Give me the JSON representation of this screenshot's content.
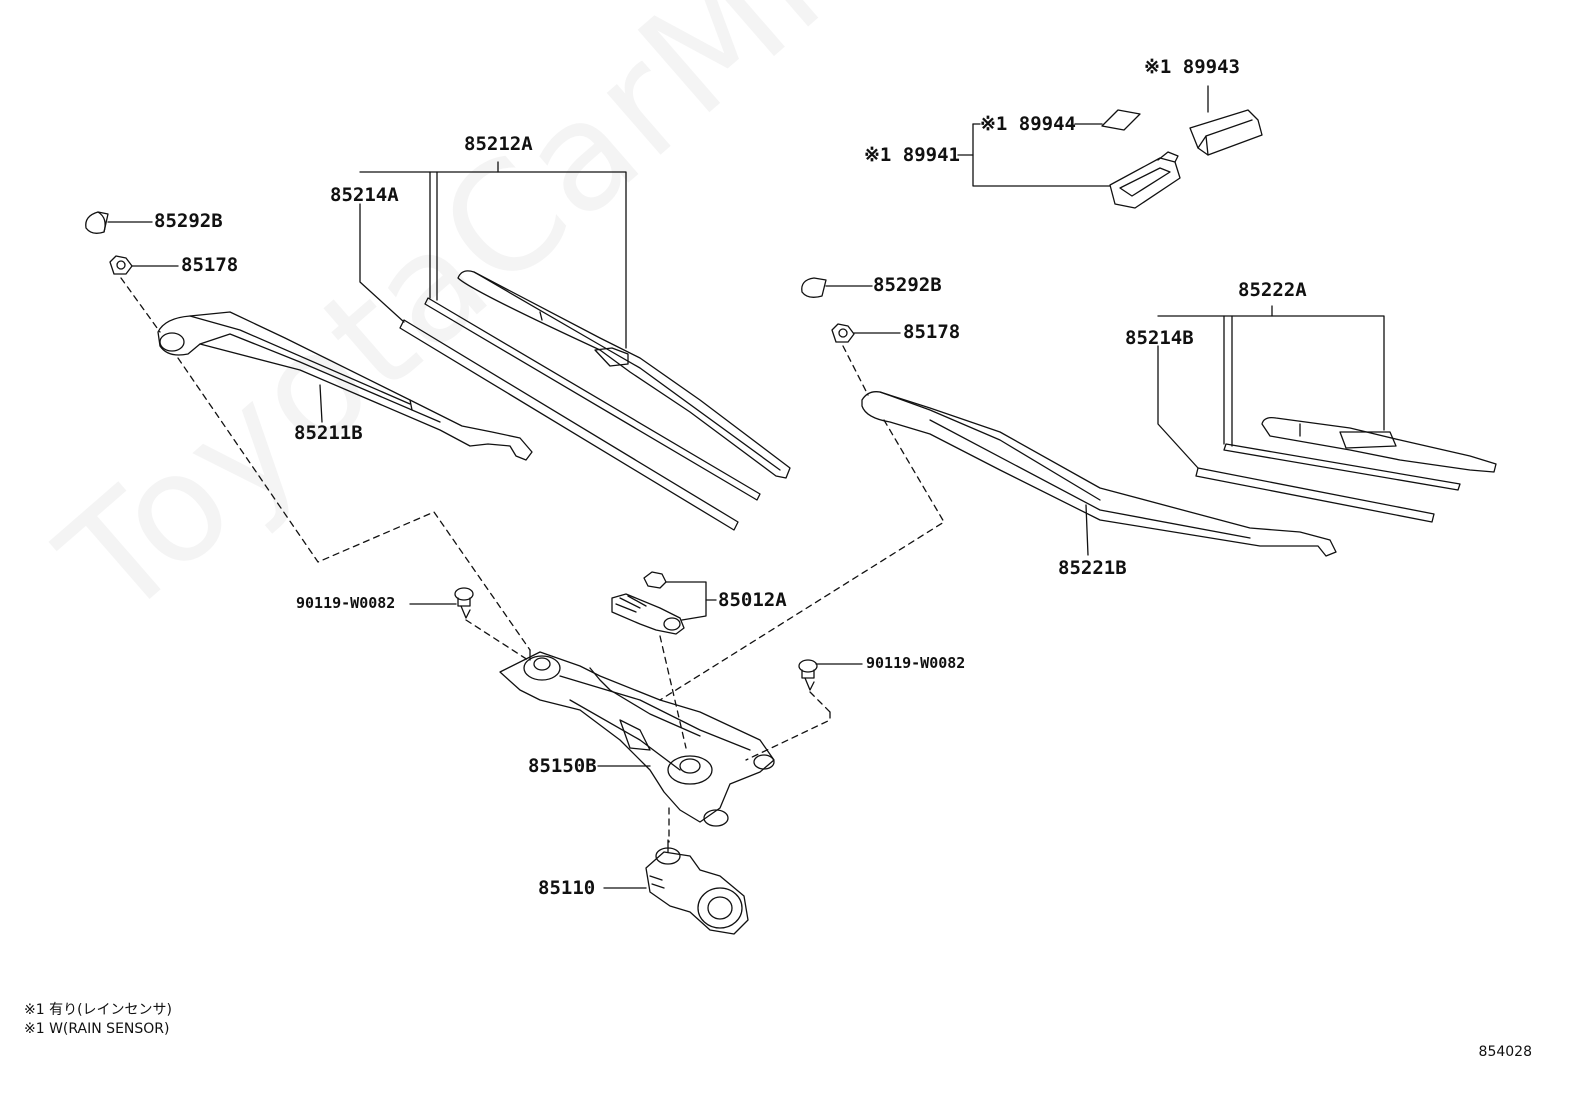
{
  "watermark": "ToyotaCarMine.ru",
  "parts": {
    "p89943": "※1 89943",
    "p89944": "※1 89944",
    "p89941": "※1 89941",
    "p85212A": "85212A",
    "p85214A": "85214A",
    "p85292B_l": "85292B",
    "p85178_l": "85178",
    "p85211B": "85211B",
    "p85292B_r": "85292B",
    "p85178_r": "85178",
    "p85222A": "85222A",
    "p85214B": "85214B",
    "p85221B": "85221B",
    "p90119_l": "90119-W0082",
    "p85012A": "85012A",
    "p90119_r": "90119-W0082",
    "p85150B": "85150B",
    "p85110": "85110"
  },
  "notes": {
    "line1": "※1 有り(レインセンサ)",
    "line2": "※1 W(RAIN SENSOR)"
  },
  "diagram_code": "854028"
}
